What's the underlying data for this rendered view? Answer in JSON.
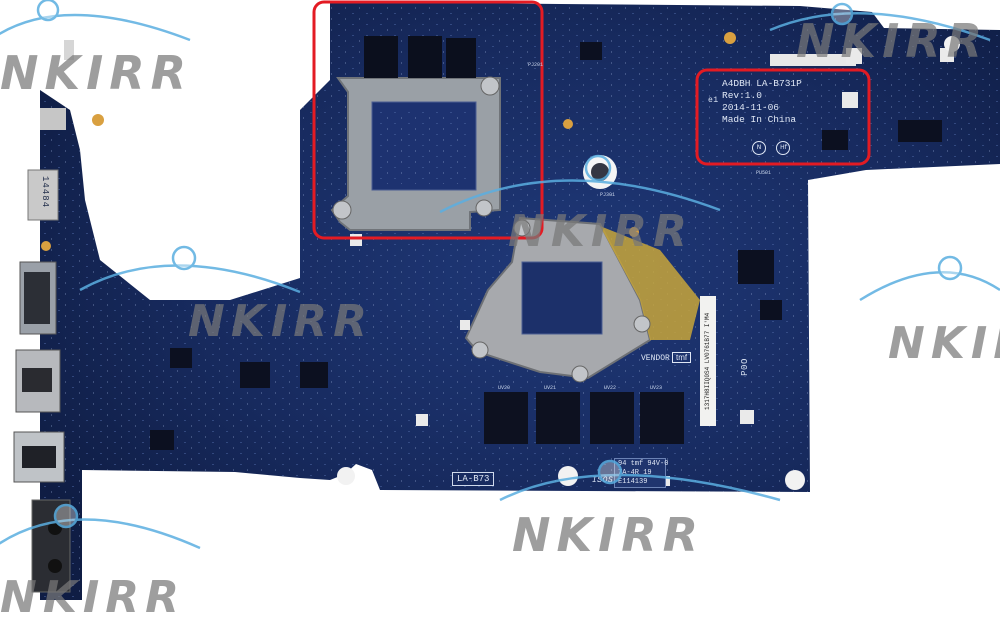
{
  "image": {
    "subject": "Laptop motherboard product photo",
    "background_color": "#ffffff",
    "board_color": "#16285a"
  },
  "board_label": {
    "lines": [
      "A4DBH  LA-B731P",
      "Rev:1.0",
      "2014-11-06",
      "Made In China"
    ],
    "marks": [
      "e1",
      "N",
      "Hf"
    ]
  },
  "silkscreen": {
    "model": "LA-B73",
    "vendor_label": "VENDOR",
    "vendor_value": "tmf",
    "tag_lines": [
      "94 tmf 94V-0",
      "7A-4R 19",
      "E114139"
    ],
    "port_code": "14484",
    "edge_code": "ISOS",
    "barcode_text": "1317H8IIQ0S4 LV0761B77 I'M4",
    "chip_labels": [
      "UV20",
      "UV21",
      "UV22",
      "UV23",
      "PJ201",
      "PJ301",
      "PU501"
    ],
    "corner_text": "P0O"
  },
  "highlights": [
    {
      "name": "gpu-area",
      "color": "#e31b23"
    },
    {
      "name": "label-area",
      "color": "#e31b23"
    }
  ],
  "watermark": {
    "text": "NKIRR",
    "color": "#787878",
    "arc_color": "#5aaee0"
  }
}
